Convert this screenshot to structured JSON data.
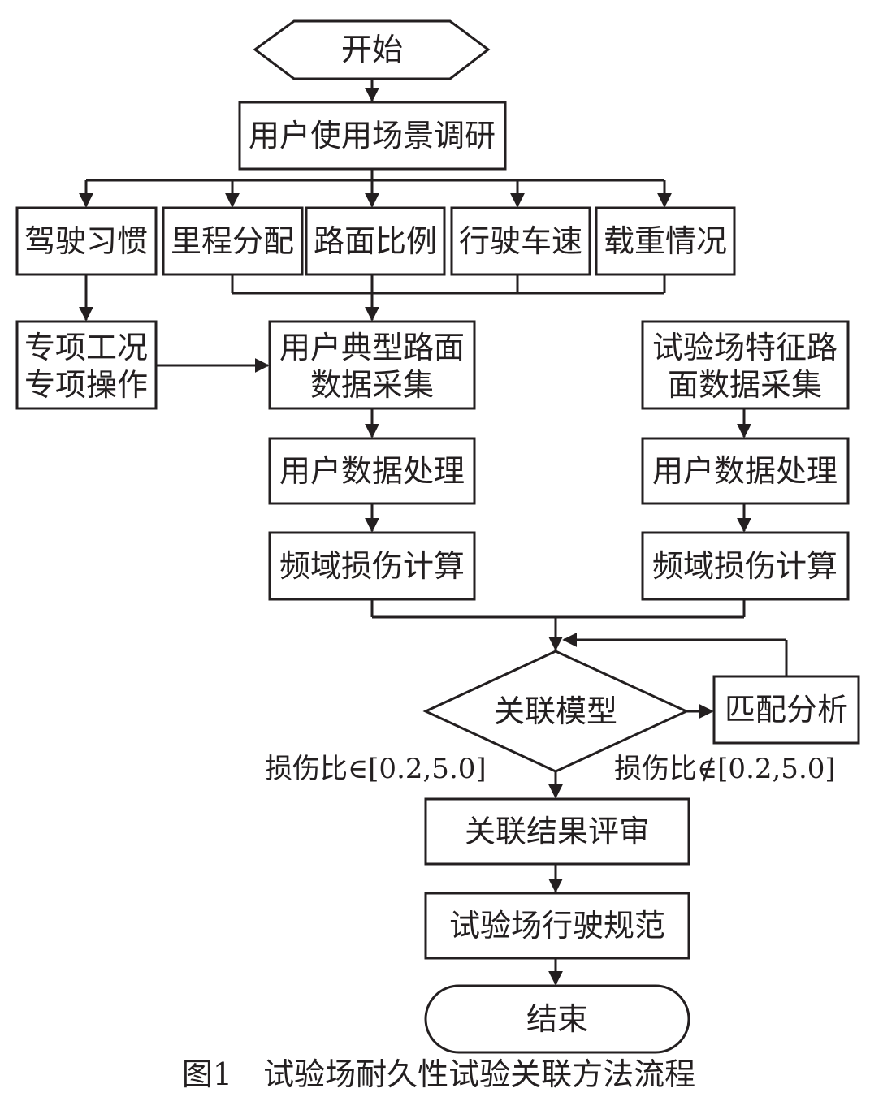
{
  "nodes": {
    "start": "开始",
    "survey": "用户使用场景调研",
    "habit": "驾驶习惯",
    "mileage": "里程分配",
    "road_ratio": "路面比例",
    "speed": "行驶车速",
    "load": "载重情况",
    "special_line1": "专项工况",
    "special_line2": "专项操作",
    "user_collect_line1": "用户典型路面",
    "user_collect_line2": "数据采集",
    "proving_collect_line1": "试验场特征路",
    "proving_collect_line2": "面数据采集",
    "user_process": "用户数据处理",
    "proving_process": "用户数据处理",
    "user_damage": "频域损伤计算",
    "proving_damage": "频域损伤计算",
    "model": "关联模型",
    "match": "匹配分析",
    "review": "关联结果评审",
    "spec": "试验场行驶规范",
    "end": "结束"
  },
  "conditions": {
    "in_range": "损伤比∈[0.2,5.0]",
    "out_range": "损伤比∉[0.2,5.0]"
  },
  "caption": "图1　试验场耐久性试验关联方法流程"
}
